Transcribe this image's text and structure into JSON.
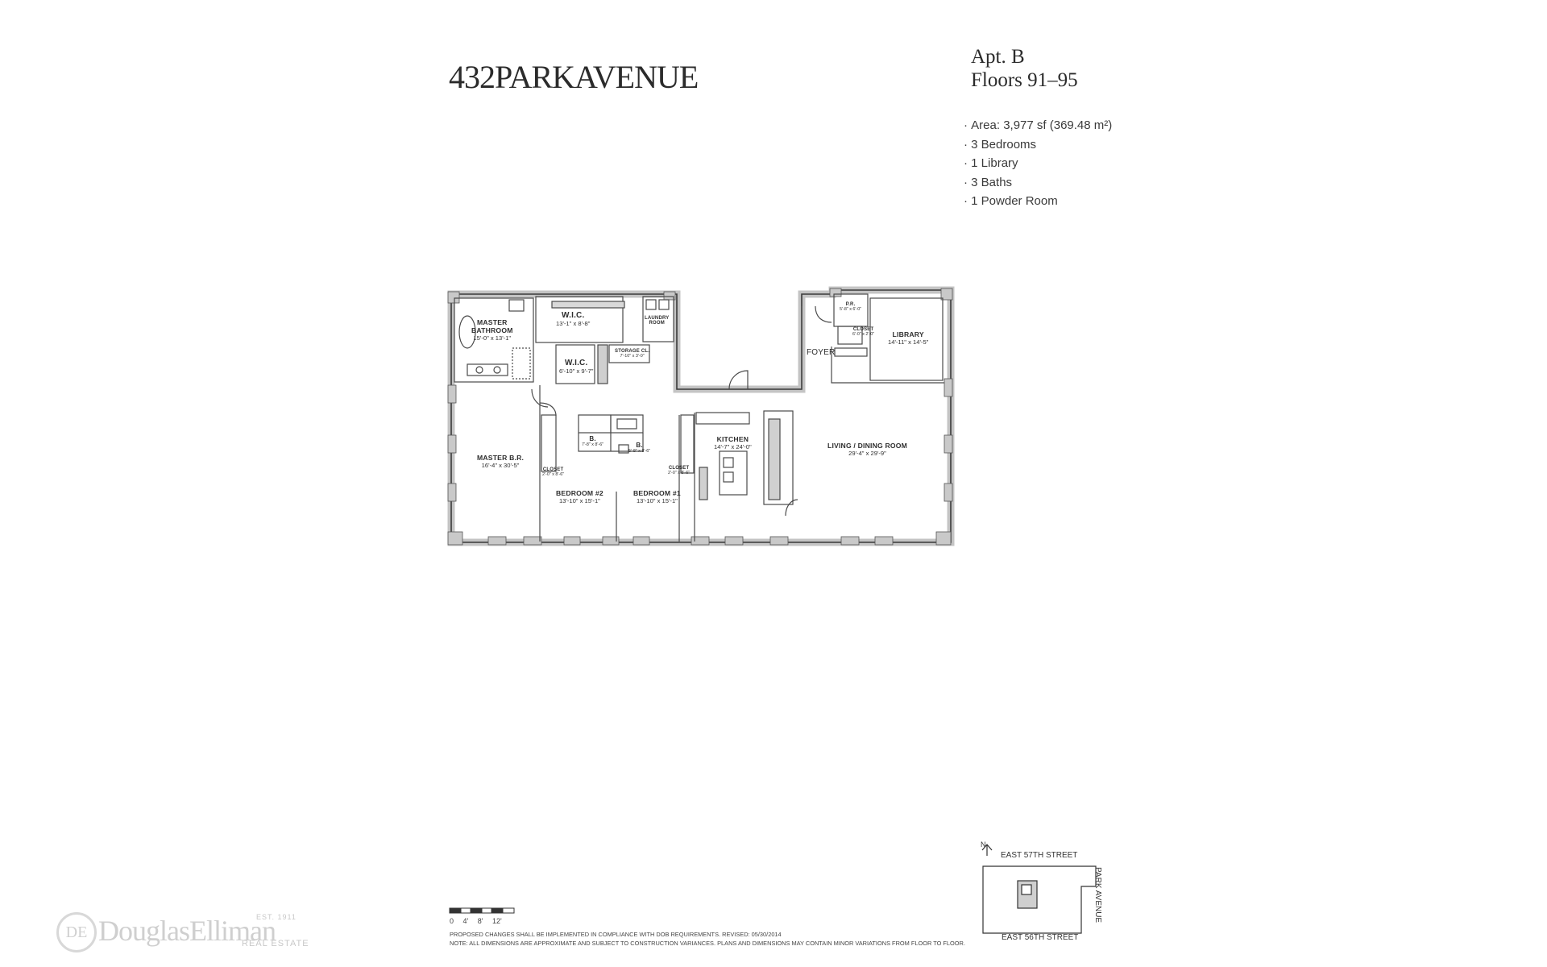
{
  "logo_text": "432PARKAVENUE",
  "apartment": {
    "name": "Apt. B",
    "floors": "Floors 91–95"
  },
  "features": [
    "Area: 3,977 sf (369.48 m²)",
    "3 Bedrooms",
    "1 Library",
    "3 Baths",
    "1 Powder Room"
  ],
  "rooms": [
    {
      "name": "MASTER",
      "name2": "BATHROOM",
      "dims": "15'-0\" x 13'-1\""
    },
    {
      "name": "W.I.C.",
      "dims": "13'-1\" x 8'-8\""
    },
    {
      "name": "LAUNDRY",
      "name2": "ROOM",
      "dims": ""
    },
    {
      "name": "W.I.C.",
      "dims": "6'-10\" x 9'-7\""
    },
    {
      "name": "STORAGE CL.",
      "dims": "7'-10\" x 3'-0\""
    },
    {
      "name": "MASTER B.R.",
      "dims": "16'-4\" x 30'-5\""
    },
    {
      "name": "B.",
      "dims": "7'-8\" x 8'-6\""
    },
    {
      "name": "B.",
      "dims": "5'-8\" x 8'-6\""
    },
    {
      "name": "CLOSET",
      "dims": "2'-0\" x 8'-6\""
    },
    {
      "name": "CLOSET",
      "dims": "2'-0\" x 8'-6\""
    },
    {
      "name": "BEDROOM #2",
      "dims": "13'-10\" x 15'-1\""
    },
    {
      "name": "BEDROOM #1",
      "dims": "13'-10\" x 15'-1\""
    },
    {
      "name": "KITCHEN",
      "dims": "14'-7\" x 24'-0\""
    },
    {
      "name": "LIVING / DINING ROOM",
      "dims": "29'-4\" x 29'-9\""
    },
    {
      "name": "FOYER",
      "dims": ""
    },
    {
      "name": "LIBRARY",
      "dims": "14'-11\" x 14'-5\""
    },
    {
      "name": "CLOSET",
      "dims": "6'-0\" x 2'-0\""
    },
    {
      "name": "P.R.",
      "dims": "5'-8\" x 6'-0\""
    }
  ],
  "scale_labels": [
    "0",
    "4'",
    "8'",
    "12'"
  ],
  "notes": [
    "PROPOSED CHANGES SHALL BE IMPLEMENTED IN COMPLIANCE WITH DOB REQUIREMENTS. REVISED: 05/30/2014",
    "NOTE: ALL DIMENSIONS ARE APPROXIMATE AND SUBJECT TO CONSTRUCTION VARIANCES. PLANS AND DIMENSIONS MAY CONTAIN MINOR VARIATIONS FROM FLOOR TO FLOOR."
  ],
  "key_plan": {
    "north_label": "N",
    "north_street": "EAST 57TH STREET",
    "south_street": "EAST 56TH STREET",
    "east_avenue": "PARK AVENUE"
  },
  "brand": {
    "emblem": "DE",
    "name": "DouglasElliman",
    "est": "EST. 1911",
    "sub": "REAL ESTATE"
  },
  "colors": {
    "wall_fill": "#c9c9c9",
    "line": "#4a4a4a",
    "text": "#2b2b2b"
  }
}
